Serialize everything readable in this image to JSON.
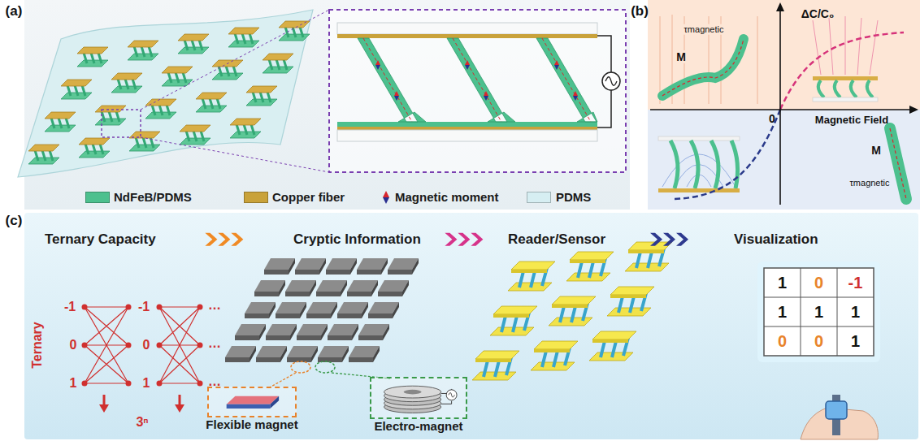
{
  "diagram": {
    "nodes": [
      {
        "text": [
          "Ternary Capacity"
        ]
      },
      {
        "text": [
          "Cryptic Information"
        ]
      },
      {
        "text": [
          "Reader/Sensor"
        ]
      },
      {
        "text": [
          "Visualization"
        ]
      },
      {
        "text": [
          "Flexible magnet"
        ]
      },
      {
        "text": [
          "Electro-magnet"
        ]
      }
    ],
    "edges": [
      {
        "from": 0,
        "to": 1,
        "arrow": "to"
      },
      {
        "from": 1,
        "to": 2,
        "arrow": "to"
      },
      {
        "from": 2,
        "to": 3,
        "arrow": "to"
      }
    ],
    "labels": [
      "(a)",
      "(b)",
      "(c)",
      "ΔC/C₀",
      "Magnetic Field",
      "0",
      "M",
      "τmagnetic",
      "M",
      "τmagnetic",
      "Ternary",
      "-1",
      "0",
      "1",
      "-1",
      "0",
      "1",
      "…",
      "…",
      "…",
      "3ⁿ",
      "1",
      "0",
      "-1",
      "1",
      "1",
      "1",
      "0",
      "0",
      "1"
    ],
    "legend": [
      {
        "text": "NdFeB/PDMS",
        "color": "#4cc08e"
      },
      {
        "text": "Copper fiber",
        "color": "#c9a23a"
      },
      {
        "text": "Magnetic moment"
      },
      {
        "text": "PDMS",
        "color": "#d6eef2"
      }
    ]
  }
}
